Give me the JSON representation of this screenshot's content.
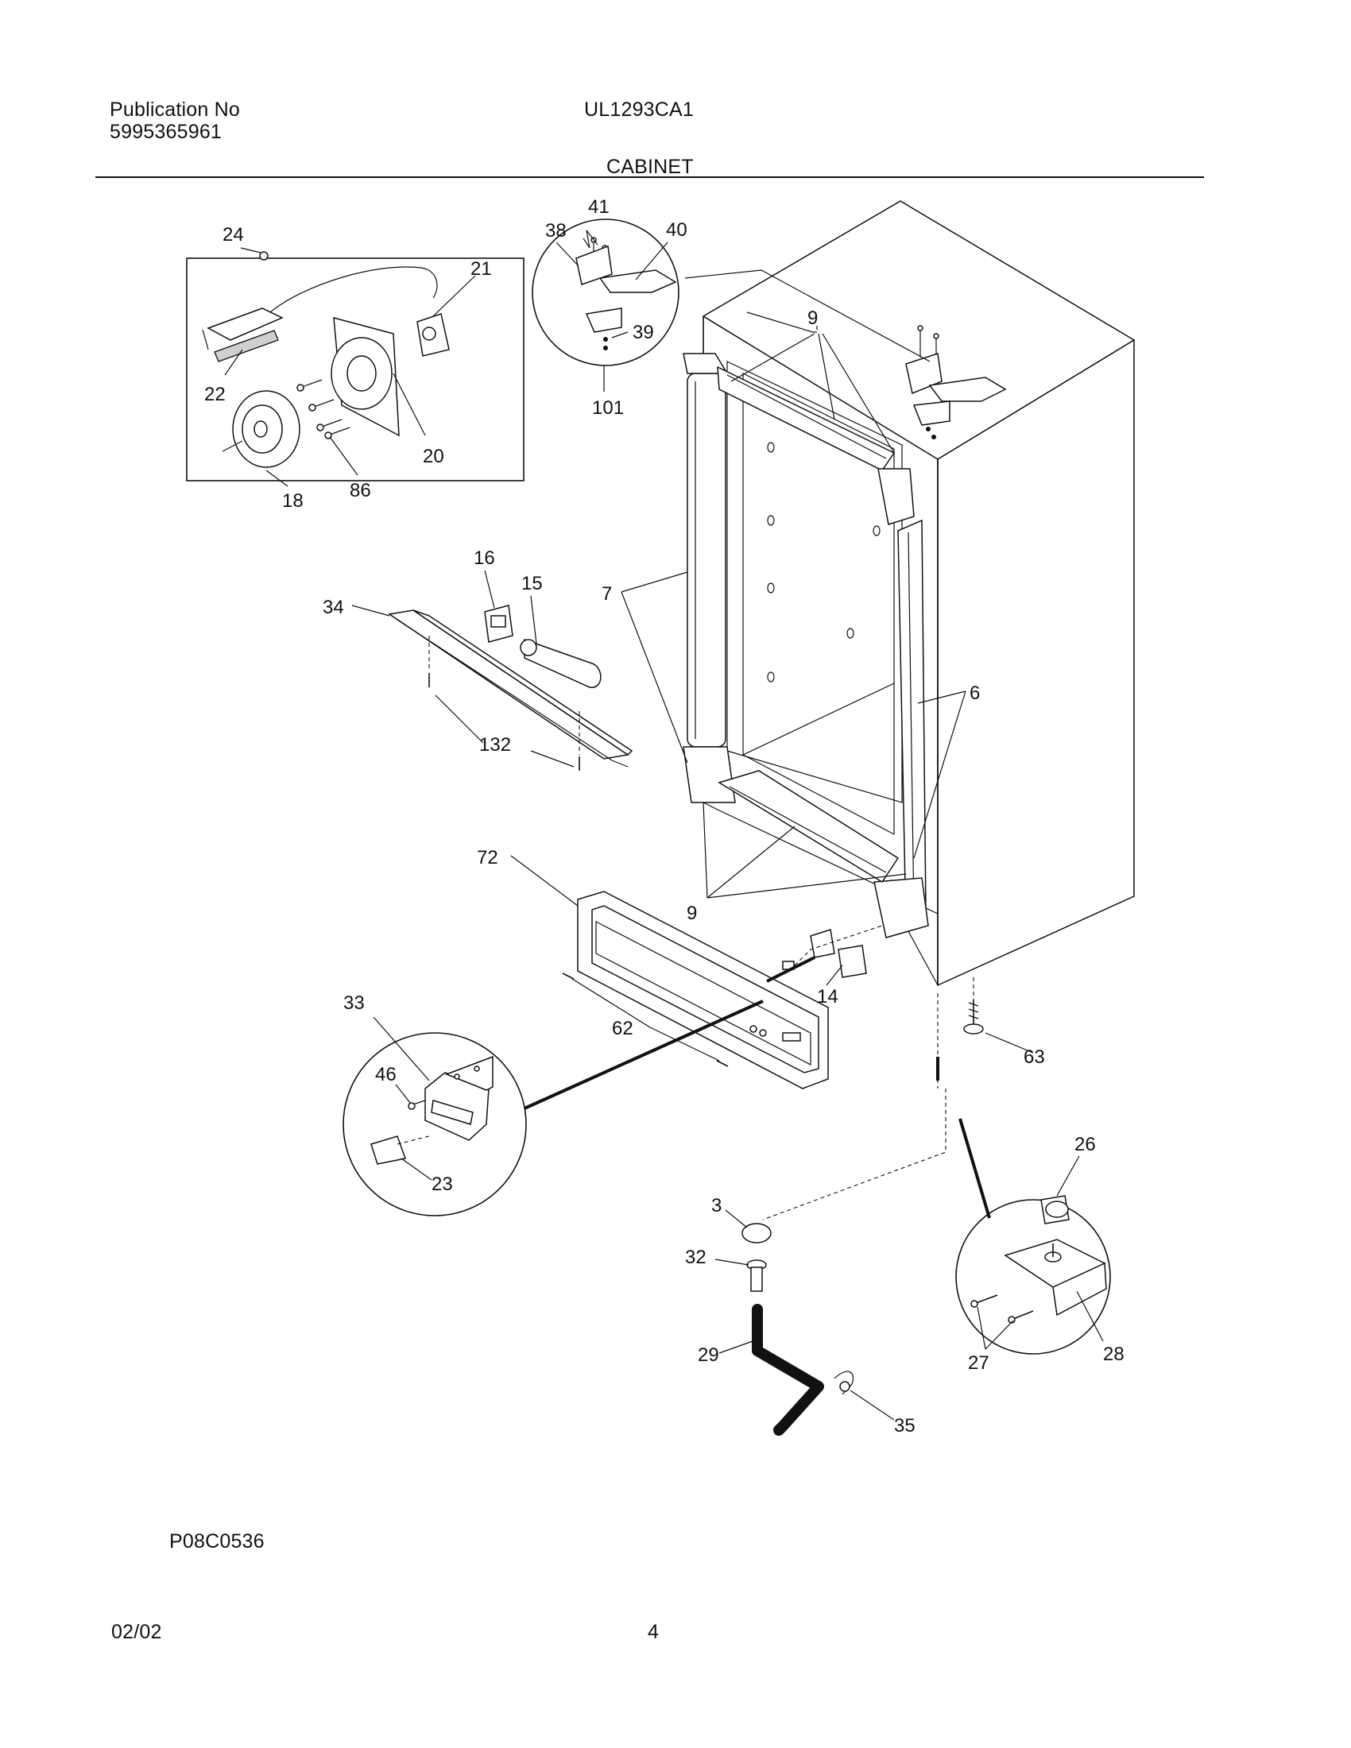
{
  "header": {
    "publication_label": "Publication No",
    "publication_number": "5995365961",
    "model": "UL1293CA1",
    "section": "CABINET"
  },
  "footer": {
    "figure_code": "P08C0536",
    "date": "02/02",
    "page": "4"
  },
  "callouts": [
    "3",
    "6",
    "7",
    "9",
    "14",
    "15",
    "16",
    "18",
    "20",
    "21",
    "22",
    "23",
    "24",
    "26",
    "27",
    "28",
    "29",
    "32",
    "33",
    "34",
    "35",
    "38",
    "39",
    "40",
    "41",
    "46",
    "62",
    "63",
    "72",
    "86",
    "101",
    "132"
  ]
}
